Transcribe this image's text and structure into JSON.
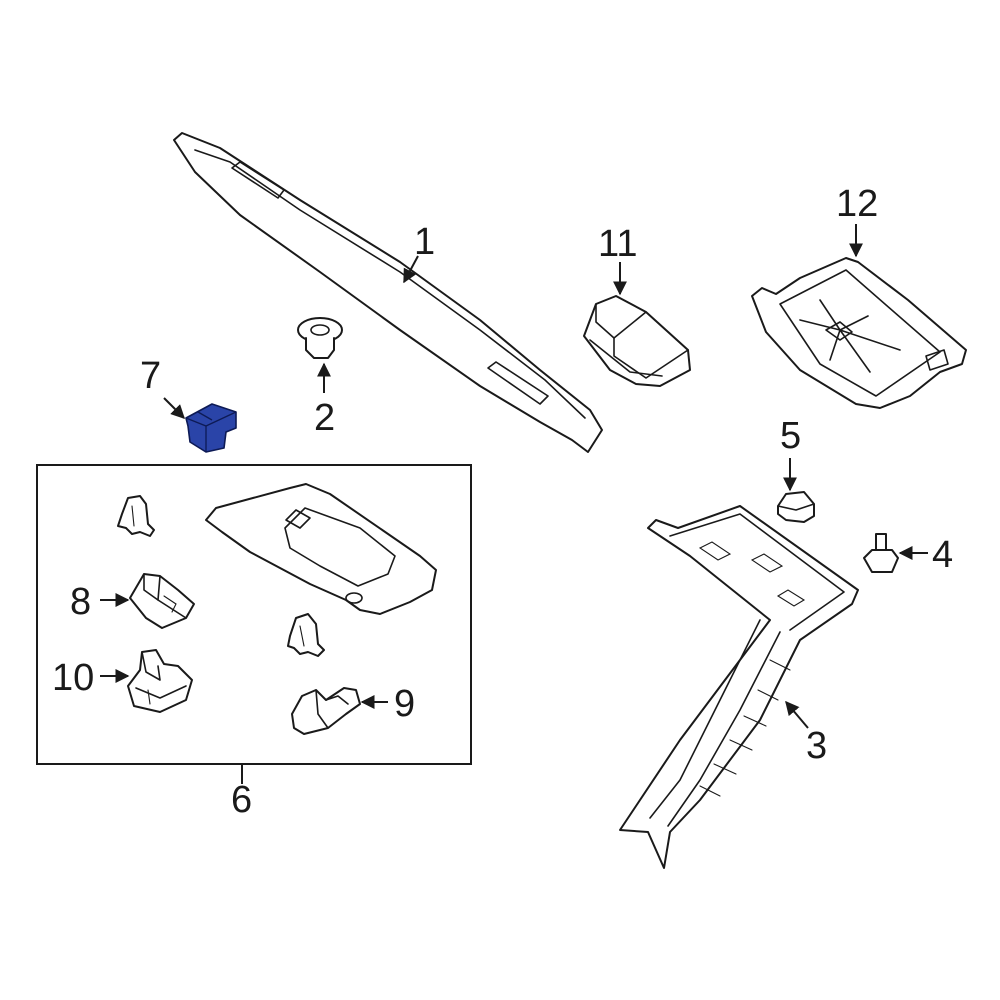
{
  "diagram": {
    "highlight_color": "#2a44a8",
    "callouts": [
      {
        "id": "1",
        "label": "1"
      },
      {
        "id": "2",
        "label": "2"
      },
      {
        "id": "3",
        "label": "3"
      },
      {
        "id": "4",
        "label": "4"
      },
      {
        "id": "5",
        "label": "5"
      },
      {
        "id": "6",
        "label": "6"
      },
      {
        "id": "7",
        "label": "7"
      },
      {
        "id": "8",
        "label": "8"
      },
      {
        "id": "9",
        "label": "9"
      },
      {
        "id": "10",
        "label": "10"
      },
      {
        "id": "11",
        "label": "11"
      },
      {
        "id": "12",
        "label": "12"
      }
    ]
  }
}
